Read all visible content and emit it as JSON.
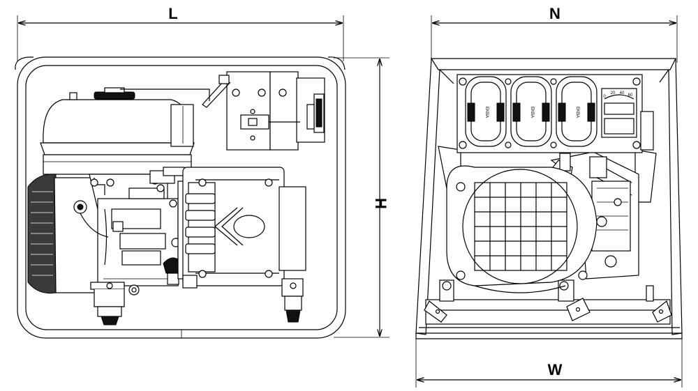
{
  "dimensions": {
    "length_label": "L",
    "height_label": "H",
    "top_width_label": "N",
    "bottom_width_label": "W"
  },
  "socket_brand": "EKBA",
  "meter": {
    "scale": [
      "0",
      "20",
      "40",
      "60"
    ]
  }
}
